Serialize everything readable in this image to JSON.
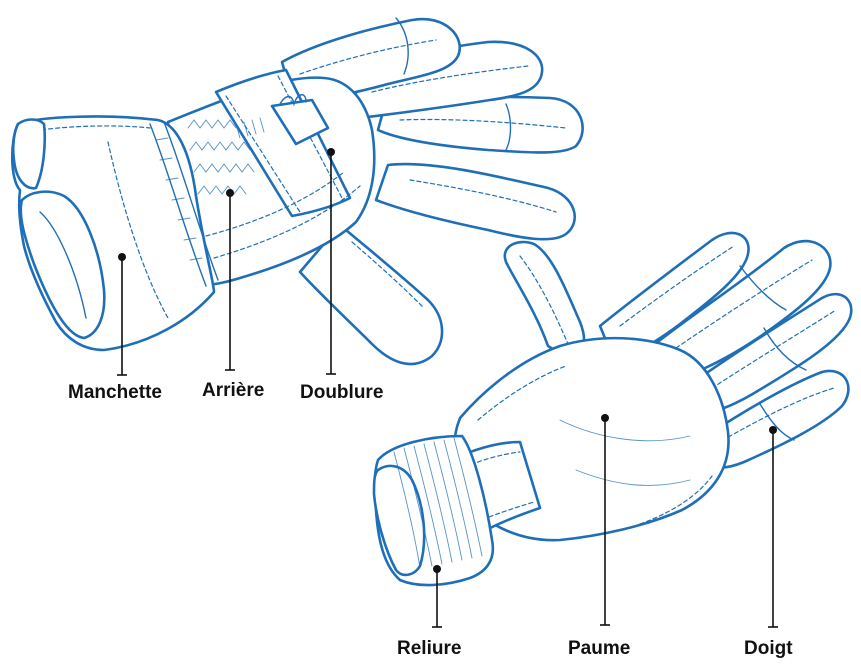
{
  "colors": {
    "outline": "#1f6fb8",
    "leader": "#111111",
    "text": "#111111",
    "background": "#ffffff"
  },
  "icons": [
    "glove-back-view-icon",
    "glove-palm-view-icon",
    "glove-logo-icon"
  ],
  "labels": {
    "manchette": "Manchette",
    "arriere": "Arrière",
    "doublure": "Doublure",
    "reliure": "Reliure",
    "paume": "Paume",
    "doigt": "Doigt"
  }
}
